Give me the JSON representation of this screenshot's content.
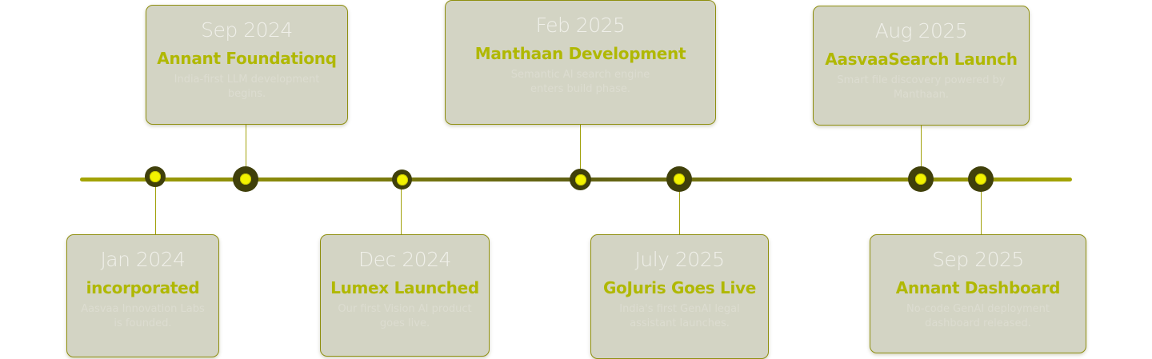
{
  "milestones": [
    {
      "date": "Jan 2024",
      "title": "incorporated",
      "description": "Aasvaa Innovation Labs is founded."
    },
    {
      "date": "Sep 2024",
      "title": "Annant Foundationq",
      "description": "India-first LLM development begins."
    },
    {
      "date": "Dec 2024",
      "title": "Lumex Launched",
      "description": "Our first Vision AI product goes live."
    },
    {
      "date": "Feb 2025",
      "title": "Manthaan Development",
      "description": "Semantic AI search engine enters build phase."
    },
    {
      "date": "July 2025",
      "title": "GoJuris Goes Live",
      "description": "India's first GenAI legal assistant launches."
    },
    {
      "date": "Aug 2025",
      "title": "AasvaaSearch Launch",
      "description": "Smart file discovery powered by Manthaan."
    },
    {
      "date": "Sep 2025",
      "title": "Annant Dashboard",
      "description": "No-code GenAI deployment dashboard released."
    }
  ],
  "colors": {
    "card_background": "#d3d4c4",
    "card_border": "#8f8f10",
    "title_accent": "#b0b803",
    "marker_dark": "#40400a",
    "marker_dot": "#f3f300",
    "line": "#6f6f12"
  }
}
